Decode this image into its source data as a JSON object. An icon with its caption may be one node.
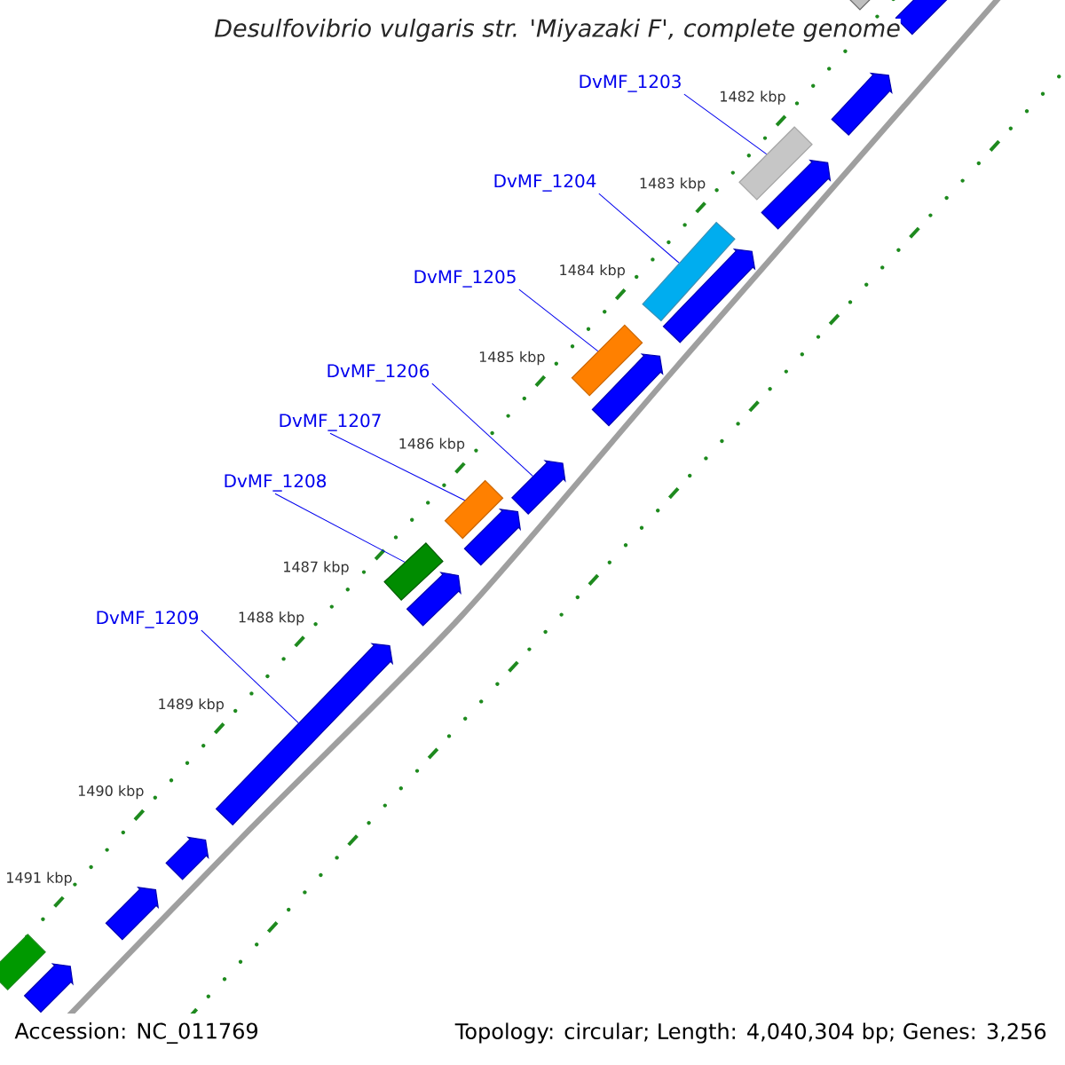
{
  "diagram": {
    "title": "Desulfovibrio vulgaris str. 'Miyazaki F', complete genome",
    "nodes": [
      {
        "text": [
          "DvMF_1203"
        ]
      },
      {
        "text": [
          "DvMF_1204"
        ]
      },
      {
        "text": [
          "DvMF_1205"
        ]
      },
      {
        "text": [
          "DvMF_1206"
        ]
      },
      {
        "text": [
          "DvMF_1207"
        ]
      },
      {
        "text": [
          "DvMF_1208"
        ]
      },
      {
        "text": [
          "DvMF_1209"
        ]
      },
      {
        "text": [],
        "shape": "box"
      },
      {
        "text": [],
        "shape": "box"
      },
      {
        "text": [],
        "shape": "box"
      },
      {
        "text": [],
        "shape": "arrow"
      },
      {
        "text": [],
        "shape": "box"
      },
      {
        "text": [],
        "shape": "box"
      },
      {
        "text": [],
        "shape": "arrow"
      },
      {
        "text": [],
        "shape": "box"
      },
      {
        "text": [],
        "shape": "arrow"
      },
      {
        "text": [],
        "shape": "arrow"
      },
      {
        "text": [],
        "shape": "arrow"
      },
      {
        "text": [],
        "shape": "arrow"
      },
      {
        "text": [],
        "shape": "arrow"
      },
      {
        "text": [],
        "shape": "arrow"
      },
      {
        "text": [],
        "shape": "arrow"
      },
      {
        "text": [],
        "shape": "arrow"
      },
      {
        "text": [],
        "shape": "arrow"
      },
      {
        "text": [],
        "shape": "arrow"
      },
      {
        "text": [],
        "shape": "box"
      }
    ],
    "edges": [
      {
        "from": 0,
        "to": 7,
        "arrow": "none"
      },
      {
        "from": 1,
        "to": 8,
        "arrow": "none"
      },
      {
        "from": 2,
        "to": 9,
        "arrow": "none"
      },
      {
        "from": 3,
        "to": 10,
        "arrow": "none"
      },
      {
        "from": 4,
        "to": 11,
        "arrow": "none"
      },
      {
        "from": 5,
        "to": 12,
        "arrow": "none"
      },
      {
        "from": 6,
        "to": 13,
        "arrow": "none"
      }
    ],
    "labels": [
      "1482 kbp",
      "1483 kbp",
      "1484 kbp",
      "1485 kbp",
      "1486 kbp",
      "1487 kbp",
      "1488 kbp",
      "1489 kbp",
      "1490 kbp",
      "1491 kbp",
      "Accession: NC_011769",
      "Topology: circular; Length: 4,040,304 bp; Genes: 3,256"
    ]
  }
}
